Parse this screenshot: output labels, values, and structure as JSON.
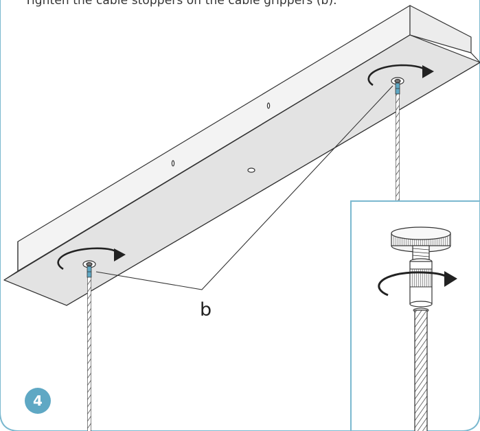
{
  "instruction": {
    "text": "Tighten the cable stoppers on the cable grippers (b)."
  },
  "callouts": {
    "b_label": "b"
  },
  "step": {
    "number": "4"
  },
  "colors": {
    "accent": "#5fa8c4",
    "frame": "#7ab8cf",
    "line": "#333333",
    "panel_fill": "#e3e3e3"
  },
  "icons": {
    "rotate_arrow": "clockwise-rotation-arrow-icon"
  }
}
